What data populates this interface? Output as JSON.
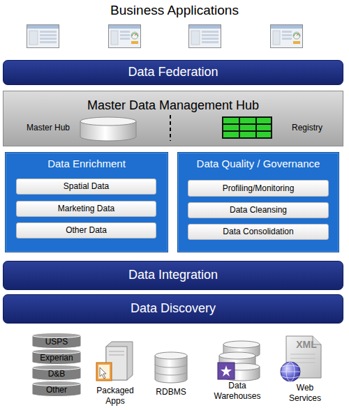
{
  "diagram": {
    "title": "Business Applications",
    "nodes": [
      {
        "text": [
          "Data Federation"
        ]
      },
      {
        "text": [
          "Master Data Management Hub"
        ]
      },
      {
        "text": [
          "Data Enrichment"
        ]
      },
      {
        "text": [
          "Spatial Data"
        ],
        "in": 2
      },
      {
        "text": [
          "Marketing Data"
        ],
        "in": 2
      },
      {
        "text": [
          "Other Data"
        ],
        "in": 2
      },
      {
        "text": [
          "Data Quality / Governance"
        ]
      },
      {
        "text": [
          "Profiling/Monitoring"
        ],
        "in": 6
      },
      {
        "text": [
          "Data Cleansing"
        ],
        "in": 6
      },
      {
        "text": [
          "Data Consolidation"
        ],
        "in": 6
      },
      {
        "text": [
          "Data Integration"
        ]
      },
      {
        "text": [
          "Data Discovery"
        ]
      },
      {
        "text": [
          "USPS"
        ]
      },
      {
        "text": [
          "Experian"
        ]
      },
      {
        "text": [
          "D&B"
        ]
      },
      {
        "text": [
          "Other"
        ]
      }
    ],
    "labels": [
      "Master Hub",
      "Registry",
      "Packaged Apps",
      "RDBMS",
      "Data Warehouses",
      "Web Services",
      "XML"
    ]
  }
}
